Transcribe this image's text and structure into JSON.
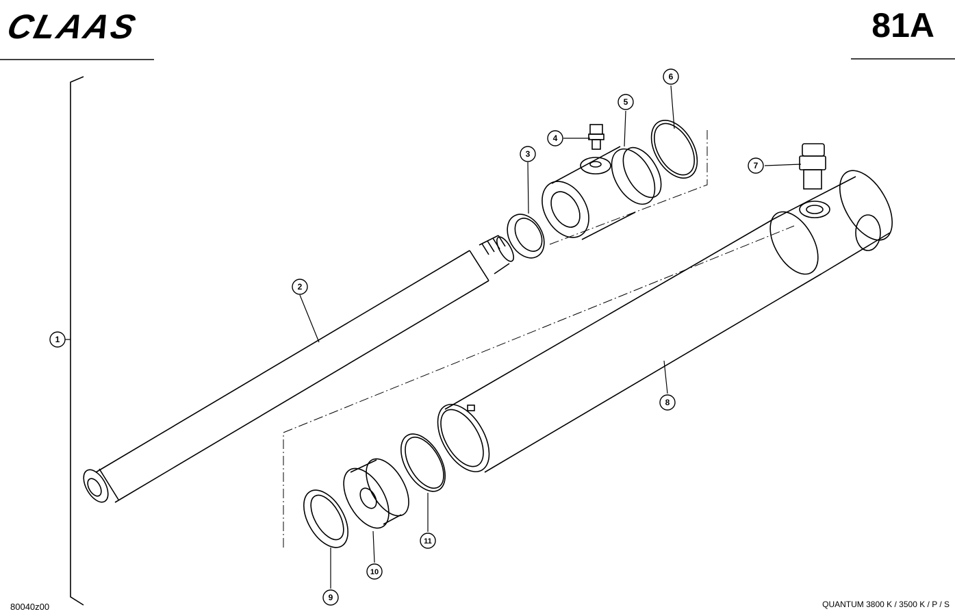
{
  "header": {
    "brand": "CLAAS",
    "page_number": "81A"
  },
  "footer": {
    "drawing_code": "80040z00",
    "model": "QUANTUM 3800 K / 3500 K / P / S"
  },
  "callouts": [
    "1",
    "2",
    "3",
    "4",
    "5",
    "6",
    "7",
    "8",
    "9",
    "10",
    "11"
  ],
  "colors": {
    "ink": "#000000",
    "paper": "#ffffff"
  }
}
